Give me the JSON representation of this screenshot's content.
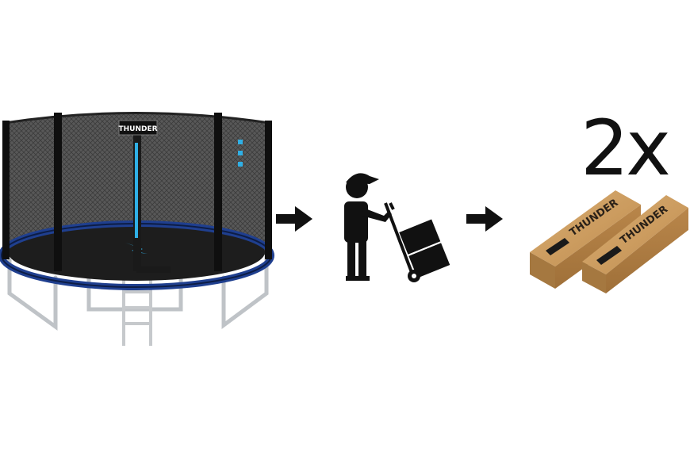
{
  "trampoline": {
    "brand": "THUNDER"
  },
  "package": {
    "brand": "THUNDER",
    "quantity_label": "2x"
  },
  "colors": {
    "frame_blue": "#1f3f8f",
    "accent_blue": "#2fb0e6",
    "net": "#3a3a3a",
    "steel": "#c9ccd0",
    "box": "#c89a5e",
    "box_dark": "#a57840",
    "ink": "#111111"
  },
  "icons": [
    "arrow-right-icon",
    "delivery-person-icon",
    "hand-truck-icon",
    "arrow-right-icon"
  ]
}
